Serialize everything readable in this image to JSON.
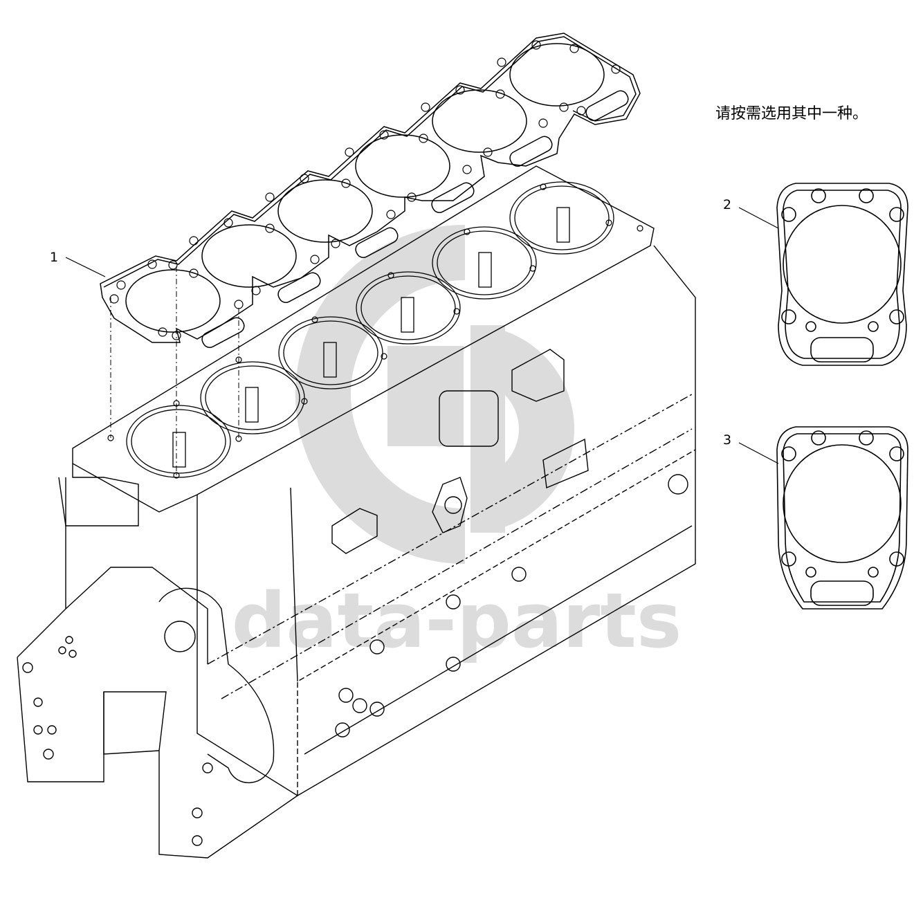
{
  "note": "请按需选用其中一种。",
  "callouts": [
    {
      "id": "1",
      "label": "1"
    },
    {
      "id": "2",
      "label": "2"
    },
    {
      "id": "3",
      "label": "3"
    }
  ],
  "watermark": {
    "text": "data-parts",
    "color": "#d9d9d9"
  },
  "colors": {
    "line": "#000000",
    "watermark": "#dadada",
    "background": "#ffffff"
  }
}
